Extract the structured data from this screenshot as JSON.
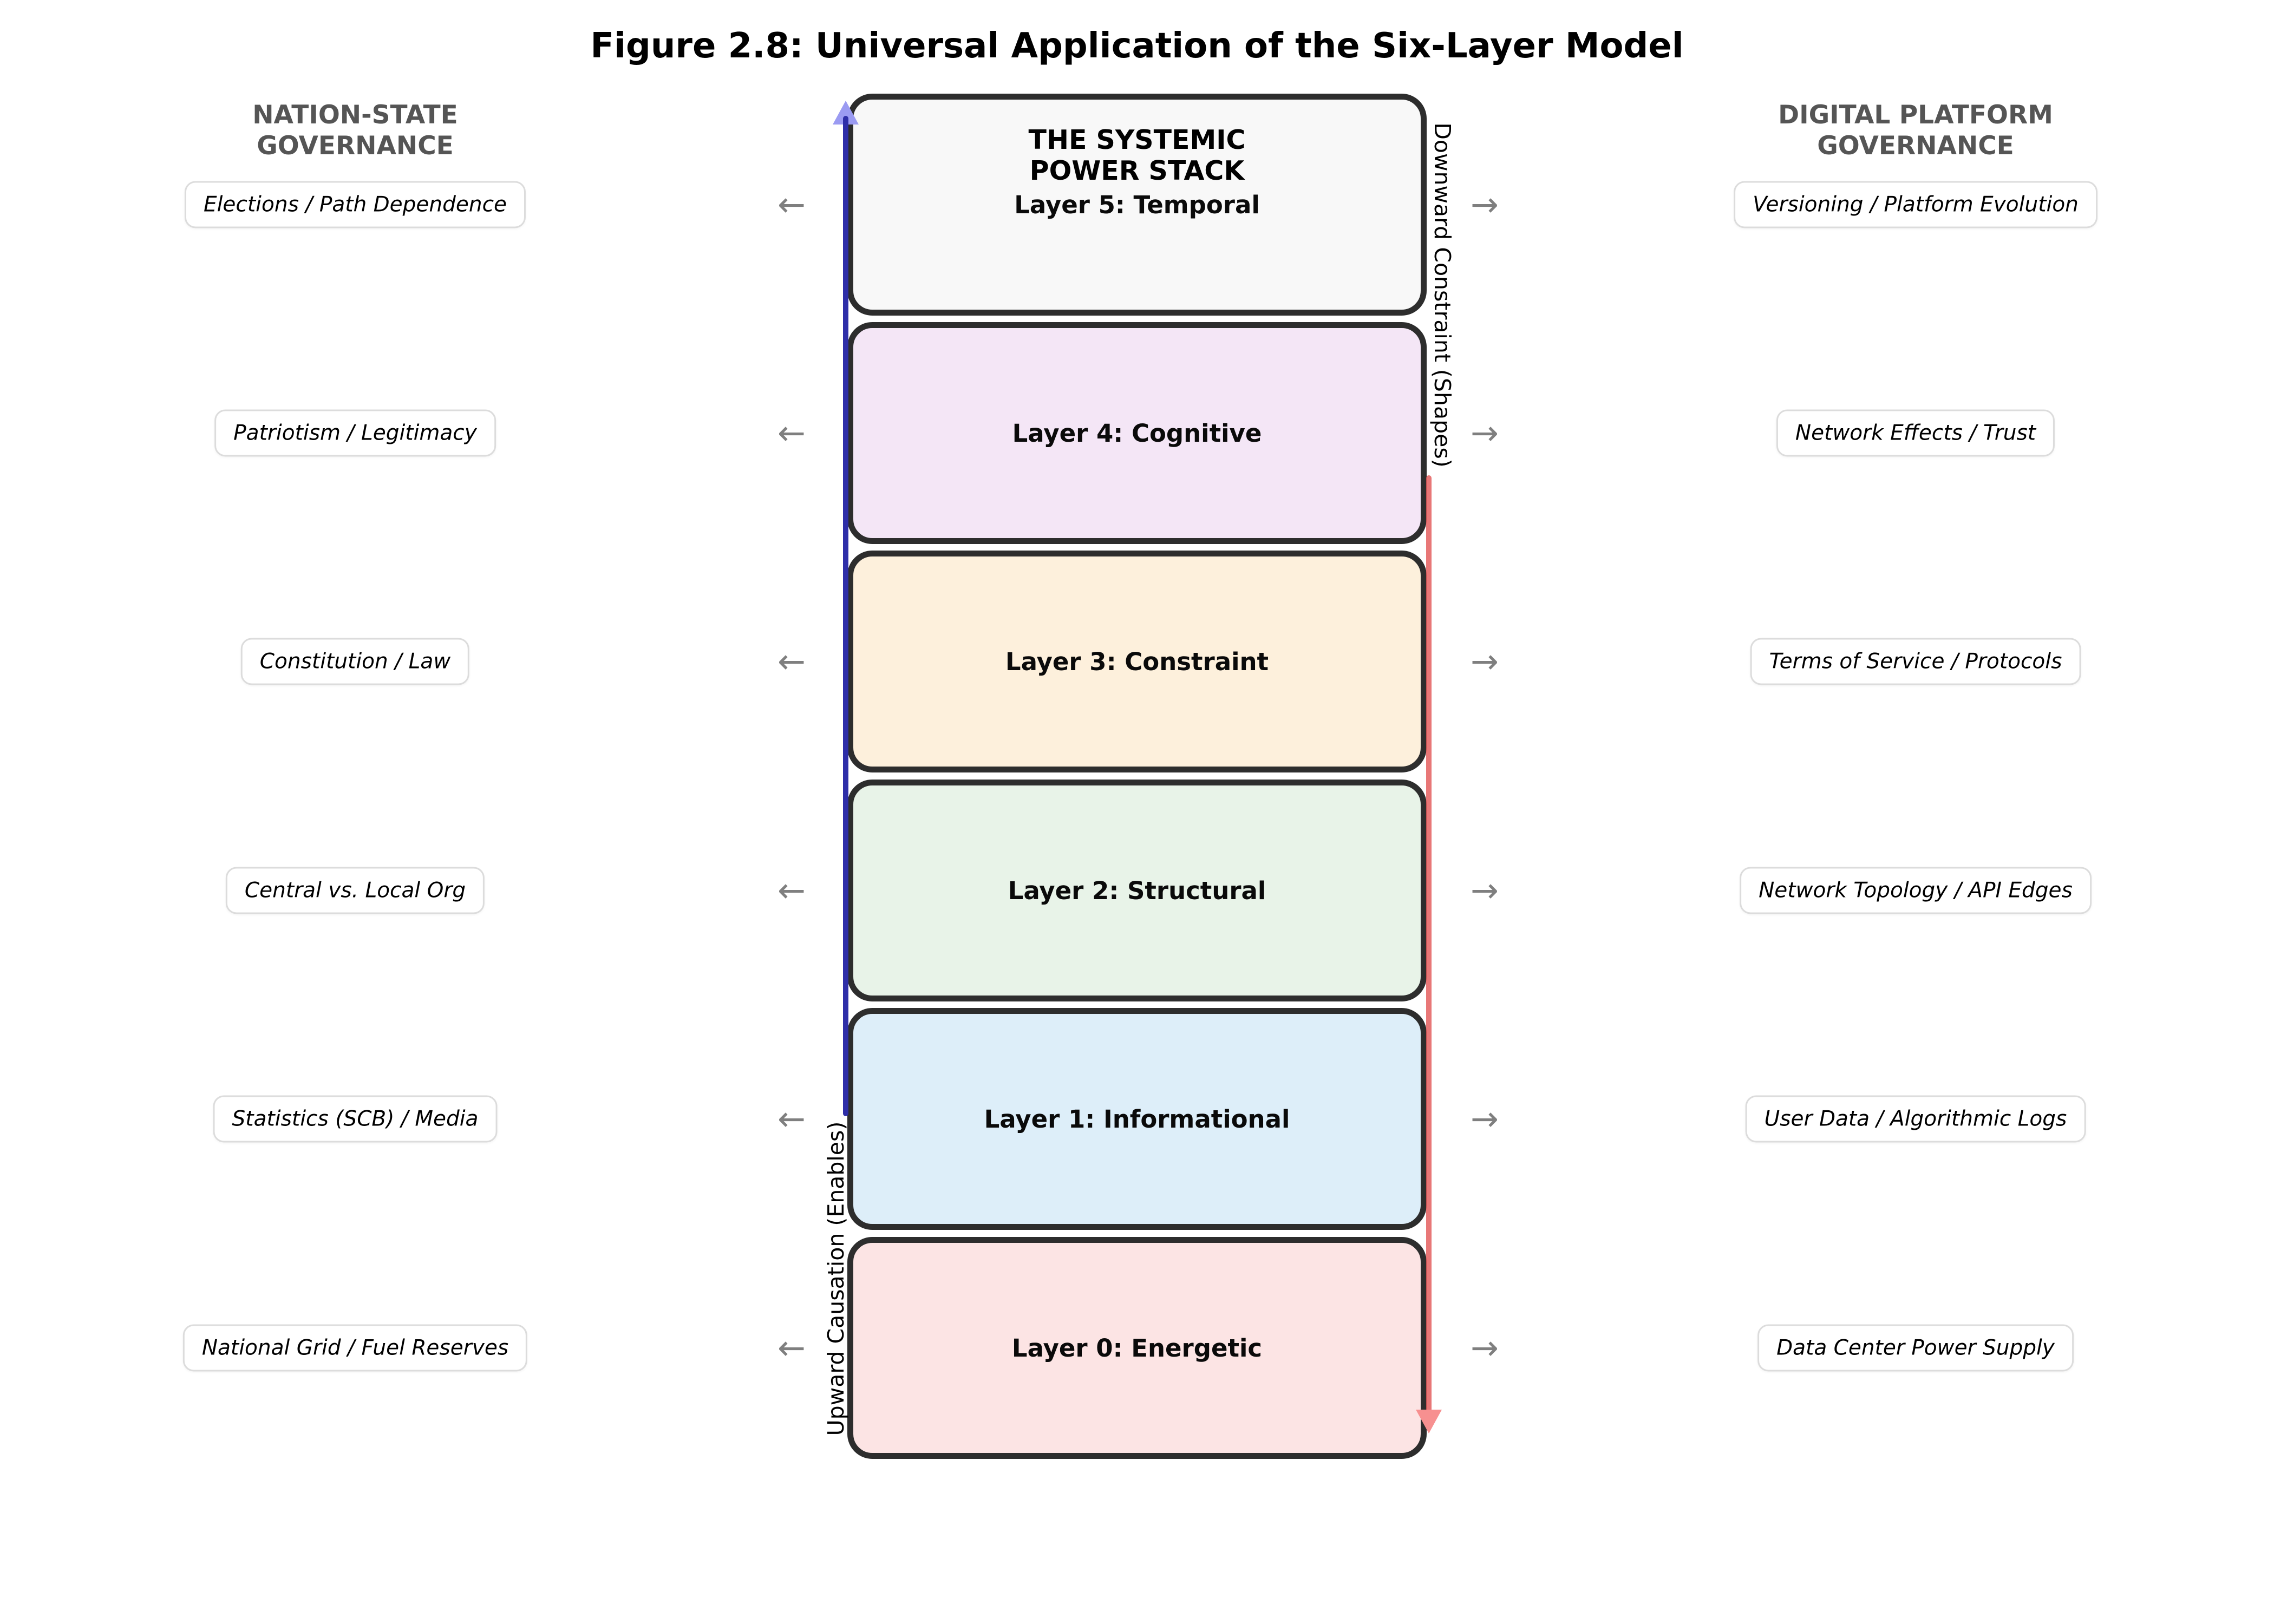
{
  "figure": {
    "title": "Figure 2.8: Universal Application of the Six-Layer Model"
  },
  "left_column": {
    "header_line1": "NATION-STATE",
    "header_line2": "GOVERNANCE",
    "items": [
      "Elections / Path Dependence",
      "Patriotism / Legitimacy",
      "Constitution / Law",
      "Central vs. Local Org",
      "Statistics (SCB) / Media",
      "National Grid / Fuel Reserves"
    ]
  },
  "right_column": {
    "header_line1": "DIGITAL PLATFORM",
    "header_line2": "GOVERNANCE",
    "items": [
      "Versioning / Platform Evolution",
      "Network Effects / Trust",
      "Terms of Service / Protocols",
      "Network Topology / API Edges",
      "User Data / Algorithmic Logs",
      "Data Center Power Supply"
    ]
  },
  "stack": {
    "heading_line1": "THE SYSTEMIC",
    "heading_line2": "POWER STACK",
    "border_color": "#2d2d2d",
    "layers": [
      {
        "label": "Layer 5: Temporal",
        "fill": "#f8f8f8"
      },
      {
        "label": "Layer 4: Cognitive",
        "fill": "#f4e6f6"
      },
      {
        "label": "Layer 3: Constraint",
        "fill": "#fdf0dc"
      },
      {
        "label": "Layer 2: Structural",
        "fill": "#e8f3e8"
      },
      {
        "label": "Layer 1: Informational",
        "fill": "#ddeef9"
      },
      {
        "label": "Layer 0: Energetic",
        "fill": "#fce4e4"
      }
    ]
  },
  "annotations": {
    "downward_label": "Downward Constraint (Shapes)",
    "upward_label": "Upward Causation (Enables)",
    "left_arrow_glyph": "←",
    "right_arrow_glyph": "→",
    "upward_arrow_color": "#2e2ea8",
    "upward_arrowhead_color": "#9b9bf2",
    "downward_arrow_color": "rgba(226,85,85,0.8)",
    "downward_arrowhead_color": "#f79090",
    "connector_arrow_color": "#7f7f7f"
  }
}
